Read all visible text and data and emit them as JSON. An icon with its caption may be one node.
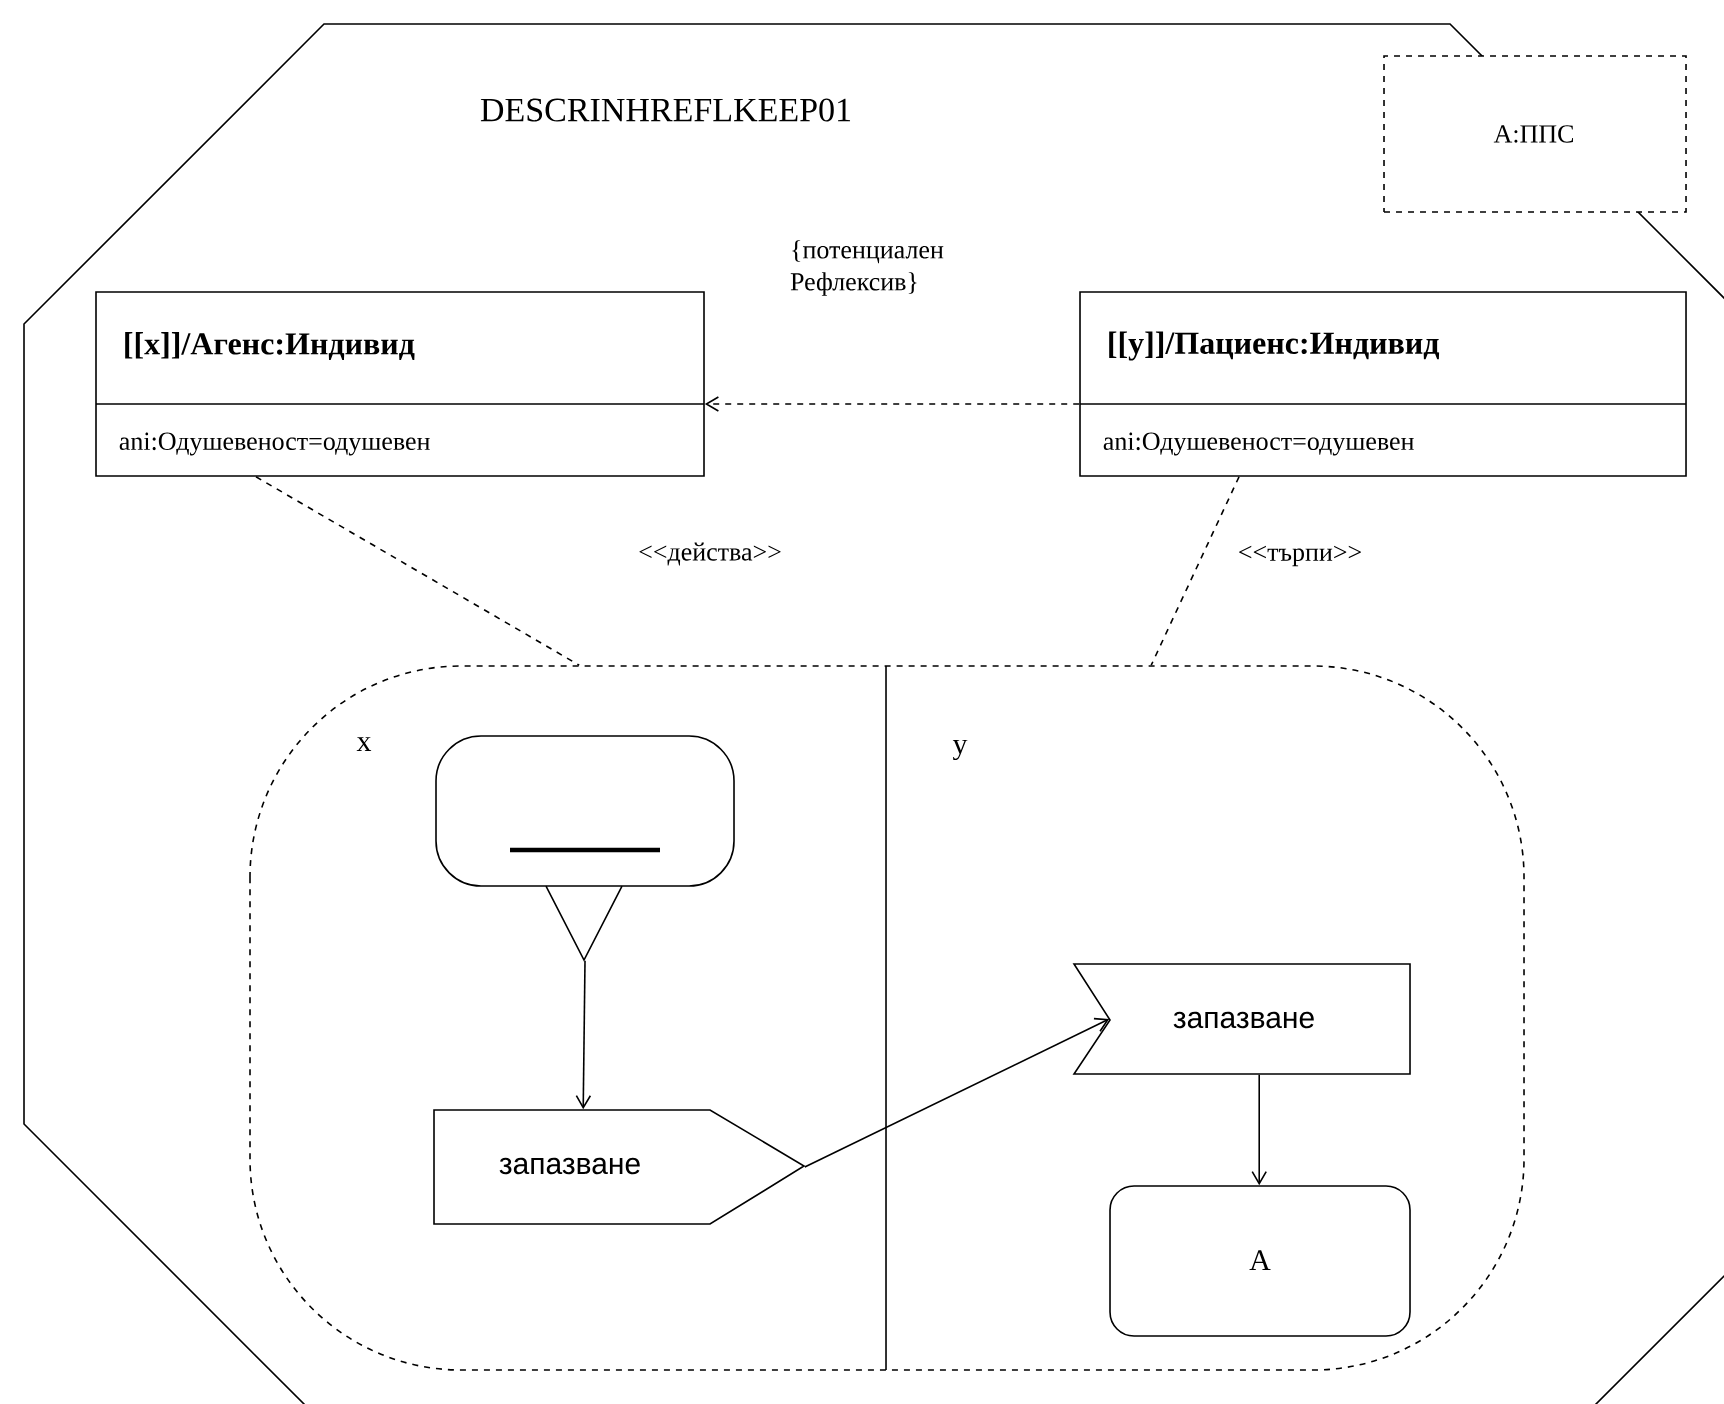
{
  "diagram": {
    "nodes": [
      {
        "text": [
          "DESCRINHREFLKEEP01"
        ]
      },
      {
        "text": [
          "A:ППС"
        ],
        "in": 0
      },
      {
        "text": [
          "[[x]]/Агенс:Индивид",
          "ani:Одушевеност=одушевен"
        ],
        "in": 0
      },
      {
        "text": [
          "[[y]]/Пациенс:Индивид",
          "ani:Одушевеност=одушевен"
        ],
        "in": 0
      },
      {
        "text": [],
        "shape": "box",
        "in": 0
      },
      {
        "text": [],
        "shape": "box",
        "in": 4
      },
      {
        "text": [
          "запазване"
        ],
        "in": 4
      },
      {
        "text": [
          "запазване"
        ],
        "in": 4
      },
      {
        "text": [
          "A"
        ],
        "in": 4
      }
    ],
    "edges": [
      {
        "from": 3,
        "to": 2,
        "arrow": "to",
        "style": "dashed",
        "label": "{потенциален Рефлексив}"
      },
      {
        "from": 2,
        "to": 4,
        "arrow": "none",
        "style": "dashed",
        "label": "<<действа>>"
      },
      {
        "from": 3,
        "to": 4,
        "arrow": "none",
        "style": "dashed",
        "label": "<<търпи>>"
      },
      {
        "from": 5,
        "to": 6,
        "arrow": "to"
      },
      {
        "from": 6,
        "to": 7,
        "arrow": "to"
      },
      {
        "from": 7,
        "to": 8,
        "arrow": "to"
      }
    ],
    "labels": [
      "x",
      "y"
    ]
  }
}
